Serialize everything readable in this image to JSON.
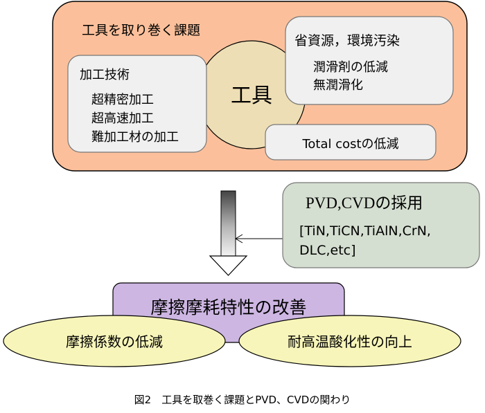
{
  "outer_box": {
    "title": "工具を取り巻く課題",
    "fill": "#FBC09B"
  },
  "center": {
    "label": "工具",
    "fill": "#EEDEB5"
  },
  "processing_box": {
    "title": "加工技術",
    "items": [
      "超精密加工",
      "超高速加工",
      "難加工材の加工"
    ]
  },
  "resource_box": {
    "title": "省資源，環境汚染",
    "items": [
      "潤滑剤の低減",
      "無潤滑化"
    ]
  },
  "cost_box": {
    "label": "Total costの低減"
  },
  "coating_box": {
    "title": "PVD,CVDの採用",
    "line1": "[TiN,TiCN,TiAlN,CrN,",
    "line2": "DLC,etc]",
    "fill": "#D5DFD1"
  },
  "result_box": {
    "label": "摩擦摩耗特性の改善",
    "fill": "#CDB6E2"
  },
  "left_ellipse": {
    "label": "摩擦係数の低減",
    "fill": "#F7F5B9"
  },
  "right_ellipse": {
    "label": "耐高温酸化性の向上",
    "fill": "#F7F5B9"
  },
  "caption": "図2　工具を取巻く課題とPVD、CVDの関わり",
  "colors": {
    "box_fill": "#F0F0F0",
    "stroke": "#000000"
  }
}
